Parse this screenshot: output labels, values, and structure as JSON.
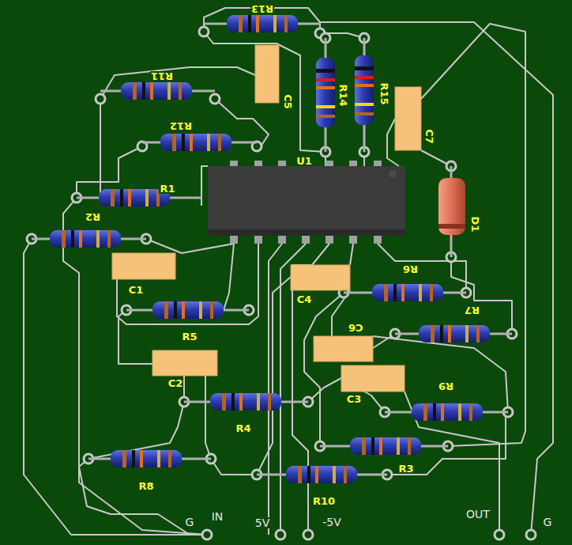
{
  "diagram": {
    "labels": [
      "R13",
      "R11",
      "R12",
      "R1",
      "R2",
      "C5",
      "R14",
      "R15",
      "U1",
      "C7",
      "D1",
      "C1",
      "R6",
      "C4",
      "R7",
      "R5",
      "C6",
      "C2",
      "C3",
      "R9",
      "R4",
      "R3",
      "R8",
      "R10",
      "G",
      "IN",
      "5V",
      "-5V",
      "OUT",
      "G"
    ]
  }
}
